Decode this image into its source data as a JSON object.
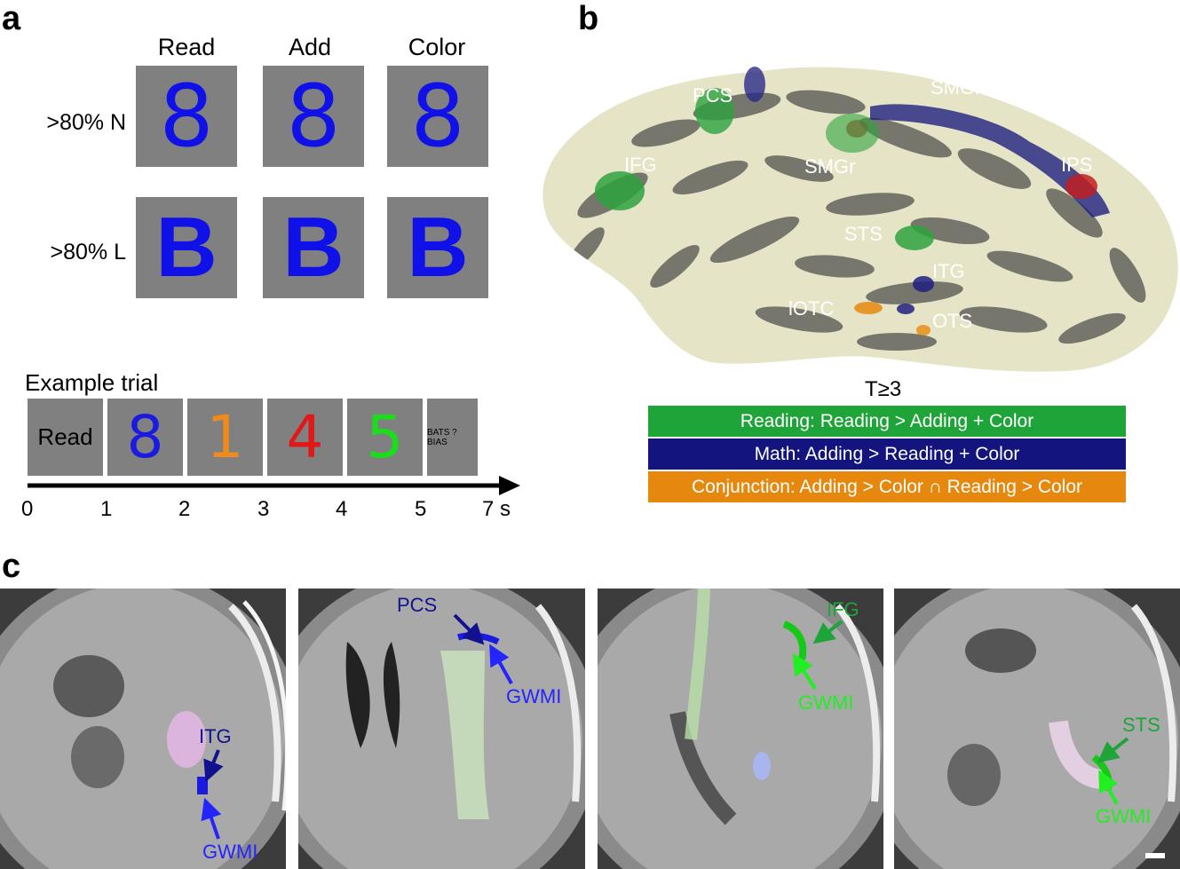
{
  "panel_a": {
    "letter": "a",
    "columns": [
      "Read",
      "Add",
      "Color"
    ],
    "rows": [
      {
        "label": ">80% N",
        "glyph": "8"
      },
      {
        "label": ">80% L",
        "glyph": "B"
      }
    ],
    "example_trial": {
      "title": "Example trial",
      "cue": "Read",
      "digits": [
        {
          "char": "8",
          "color": "#1a1ae0"
        },
        {
          "char": "1",
          "color": "#f08a1c"
        },
        {
          "char": "4",
          "color": "#e01818"
        },
        {
          "char": "5",
          "color": "#18e018"
        }
      ],
      "probe": "BATS ? BIAS",
      "timeline_ticks": [
        "0",
        "1",
        "2",
        "3",
        "4",
        "5",
        "7 s"
      ]
    }
  },
  "panel_b": {
    "letter": "b",
    "regions": [
      "PCS",
      "SMGm",
      "IFG",
      "SMGr",
      "IPS",
      "STS",
      "ITG",
      "lOTC",
      "OTS"
    ],
    "threshold": "T≥3",
    "legend": [
      {
        "label": "Reading: Reading > Adding + Color",
        "color": "#1fa43a"
      },
      {
        "label": "Math: Adding > Reading + Color",
        "color": "#14147e"
      },
      {
        "label": "Conjunction: Adding > Color ∩ Reading > Color",
        "color": "#e6880e"
      }
    ]
  },
  "panel_c": {
    "letter": "c",
    "slices": [
      {
        "top_label": "ITG",
        "bottom_label": "GWMI",
        "top_color": "#121290",
        "bottom_color": "#2424ff"
      },
      {
        "top_label": "PCS",
        "bottom_label": "GWMI",
        "top_color": "#121290",
        "bottom_color": "#2424ff"
      },
      {
        "top_label": "IFG",
        "bottom_label": "GWMI",
        "top_color": "#1fa43a",
        "bottom_color": "#22ee22"
      },
      {
        "top_label": "STS",
        "bottom_label": "GWMI",
        "top_color": "#1fa43a",
        "bottom_color": "#22ee22"
      }
    ]
  },
  "colors": {
    "stimulus_blue": "#1010e8",
    "stimulus_gray": "#808080",
    "brain_light": "#e6e4c6",
    "brain_dark": "#76766c"
  }
}
